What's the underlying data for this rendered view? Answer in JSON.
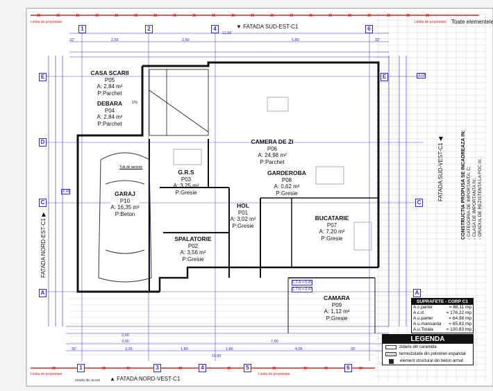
{
  "top_right_text": "Toate elementele",
  "property_limit": [
    "Limita de proprietate",
    "Limita de proprietate",
    "Limita de proprietate",
    "Limita de proprietate"
  ],
  "street_label": "strada din acces",
  "facades": {
    "top": "FATADA SUD-EST-C1",
    "bottom": "FATADA NORD-VEST-C1",
    "left": "FATADA NORD-EST-C1",
    "right": "FATADA SUD-VEST-C1"
  },
  "axes": {
    "top": [
      "1",
      "2",
      "4",
      "6"
    ],
    "bottom": [
      "1",
      "3",
      "4",
      "5",
      "6"
    ],
    "left": [
      "E",
      "D",
      "C",
      "A"
    ],
    "right": [
      "E",
      "C",
      "A"
    ]
  },
  "dimensions": {
    "top_total": "11,50",
    "top_row": [
      "32'",
      "2,55",
      "2,50",
      "5,80",
      "32'"
    ],
    "bottom_total": "11,50",
    "bottom_row": [
      "32'",
      "3,25",
      "1,80",
      "1,80",
      "4,05",
      "32'"
    ],
    "bottom_row2": [
      "2,50",
      "3,00",
      "7,60"
    ]
  },
  "rooms": [
    {
      "name": "CASA SCARII",
      "code": "P05",
      "area": "A: 2,84 m²",
      "floor": "P:Parchet"
    },
    {
      "name": "DEBARA",
      "code": "P04",
      "area": "A: 2,84 m²",
      "floor": "P:Parchet"
    },
    {
      "name": "GARAJ",
      "code": "P10",
      "area": "A: 16,35 m²",
      "floor": "P:Beton"
    },
    {
      "name": "G.R.S",
      "code": "P03",
      "area": "A: 3,25 m²",
      "floor": "P:Gresie"
    },
    {
      "name": "CAMERA DE ZI",
      "code": "P06",
      "area": "A: 24,98 m²",
      "floor": "P:Parchet"
    },
    {
      "name": "GARDEROBA",
      "code": "P08",
      "area": "A: 0,62 m²",
      "floor": "P:Gresie"
    },
    {
      "name": "HOL",
      "code": "P01",
      "area": "A: 3,02 m²",
      "floor": "P:Gresie"
    },
    {
      "name": "SPALATORIE",
      "code": "P02",
      "area": "A: 3,56 m²",
      "floor": "P:Gresie"
    },
    {
      "name": "BUCATARIE",
      "code": "P07",
      "area": "A: 7,20 m²",
      "floor": "P:Gresie"
    },
    {
      "name": "CAMARA",
      "code": "P09",
      "area": "A: 1,12 m²",
      "floor": "P:Gresie"
    }
  ],
  "annotations": {
    "tub_aerisire": "Tub de aerisire",
    "slope": "1%",
    "level_ext": "-0,45",
    "level_terrace": "-0,03",
    "cta": "C.T.A.=-0,45",
    "ctn": "C.T.N.=-0,47"
  },
  "surfaces": {
    "title": "SUPRAFETE - CORP C1",
    "rows": [
      {
        "label": "A.c.parter",
        "value": "= 88,11 mp"
      },
      {
        "label": "A.c.d.",
        "value": "= 176,22 mp"
      },
      {
        "label": "A.u.parter",
        "value": "= 64,98 mp"
      },
      {
        "label": "A.u.mansarda",
        "value": "= 65,83 mp"
      },
      {
        "label": "A.u.Totala",
        "value": "= 130,83 mp"
      }
    ]
  },
  "legend": {
    "title": "LEGENDA",
    "items": [
      "zidarie din caramida",
      "termoizolatie din polistiren expandat",
      "element structural din beton armat"
    ]
  },
  "note": {
    "title": "CONSTRUCTIA PROPUSA SE INCADREAZA IN:",
    "lines": [
      "- CATEGORIA DE IMPORTANTA: C;",
      "- CLASA DE IMPORTANTA IV.;",
      "- GRADUL DE REZISTENTA LA FOC III."
    ]
  },
  "colors": {
    "dimension": "#2a2acf",
    "property_line": "#e02020",
    "wall": "#111111",
    "hatch": "#cfcfcf"
  }
}
